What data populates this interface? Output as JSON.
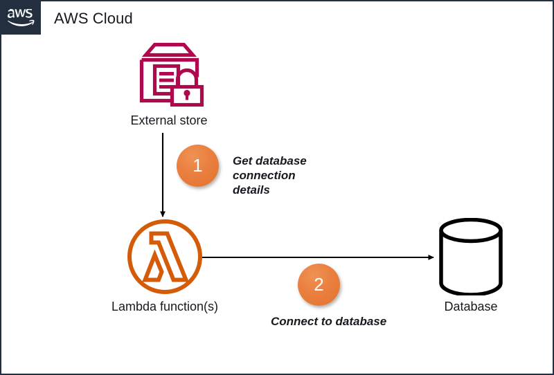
{
  "diagram": {
    "title": "AWS Cloud",
    "logo_icon": "aws-logo-icon",
    "boundary_color": "#232f3e"
  },
  "nodes": [
    {
      "id": "external-store",
      "label": "External store",
      "icon": "secrets-manager-icon",
      "color": "#B0084D"
    },
    {
      "id": "lambda",
      "label": "Lambda function(s)",
      "icon": "aws-lambda-icon",
      "color": "#D45B07"
    },
    {
      "id": "database",
      "label": "Database",
      "icon": "database-cylinder-icon",
      "color": "#000000"
    }
  ],
  "steps": [
    {
      "number": "1",
      "caption": "Get database connection details",
      "badge_color": "#E8833A"
    },
    {
      "number": "2",
      "caption": "Connect to database",
      "badge_color": "#E8833A"
    }
  ],
  "connectors": [
    {
      "id": "external-store-to-lambda",
      "from": "external-store",
      "to": "lambda",
      "direction": "down"
    },
    {
      "id": "lambda-to-database",
      "from": "lambda",
      "to": "database",
      "direction": "right"
    }
  ]
}
